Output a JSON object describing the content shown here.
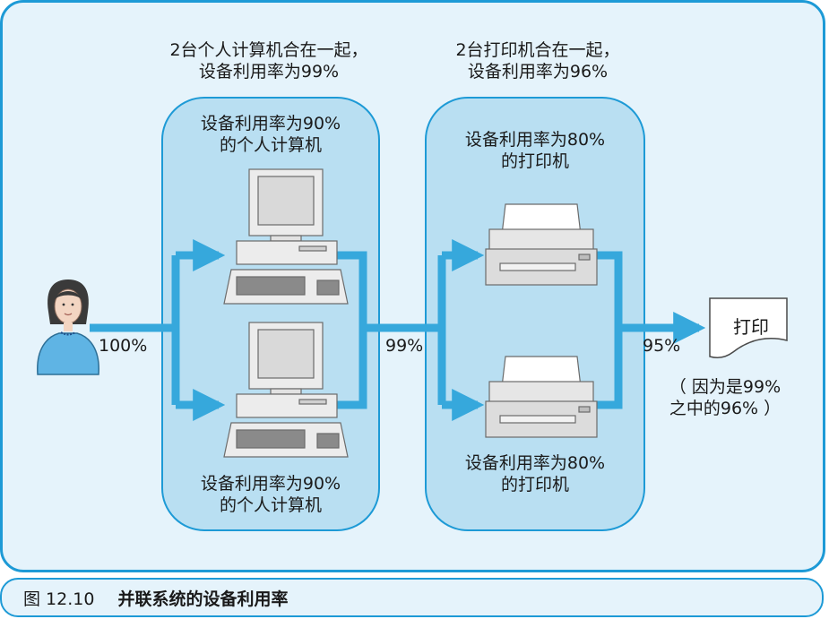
{
  "notes": {
    "pc_group_title": [
      "2台个人计算机合在一起，",
      "设备利用率为99%"
    ],
    "printer_group_title": [
      "2台打印机合在一起，",
      "设备利用率为96%"
    ],
    "pc_top_label": [
      "设备利用率为90%",
      "的个人计算机"
    ],
    "pc_bottom_label": [
      "设备利用率为90%",
      "的个人计算机"
    ],
    "printer_top_label": [
      "设备利用率为80%",
      "的打印机"
    ],
    "printer_bottom_label": [
      "设备利用率为80%",
      "的打印机"
    ],
    "explanation": [
      "（ 因为是99%",
      "之中的96% ）"
    ]
  },
  "flow": {
    "input_pct": "100%",
    "after_pcs_pct": "99%",
    "output_pct": "95%",
    "output_doc_label": "打印"
  },
  "caption": {
    "number": "图 12.10",
    "title": "并联系统的设备利用率"
  },
  "colors": {
    "frame_border": "#1d9ad6",
    "frame_fill": "#e5f3fb",
    "group_fill": "#b9dff2",
    "arrow": "#36a8dc"
  }
}
